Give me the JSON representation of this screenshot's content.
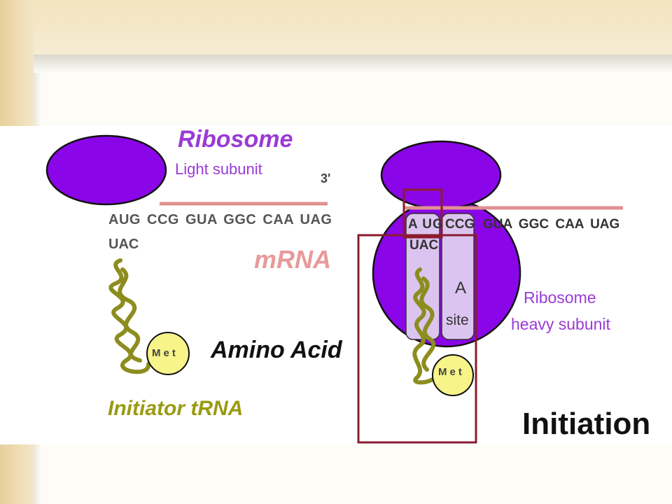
{
  "diagram": {
    "ribosome_title": "Ribosome",
    "light_subunit": "Light subunit",
    "three_prime": "3'",
    "mrna_codons": "AUG CCG GUA GGC CAA UAG",
    "anticodon": "UAC",
    "mrna_label": "mRNA",
    "met": "Met",
    "amino_acid": "Amino Acid",
    "initiator_trna": "Initiator tRNA",
    "codon_p": "A UG",
    "codon_a": "CCG",
    "codons_rest": "GUA GGC CAA UAG",
    "a_site_letter": "A",
    "a_site_word": "site",
    "heavy_line1": "Ribosome",
    "heavy_line2": "heavy subunit",
    "stage": "Initiation"
  },
  "colors": {
    "ribosome": "#8a06e8",
    "mrna_strand": "#e09090",
    "trna": "#8d8d1f",
    "met_ball": "#f7f48a",
    "site_box": "#dcc4f0",
    "highlight": "#8a1c2e"
  }
}
